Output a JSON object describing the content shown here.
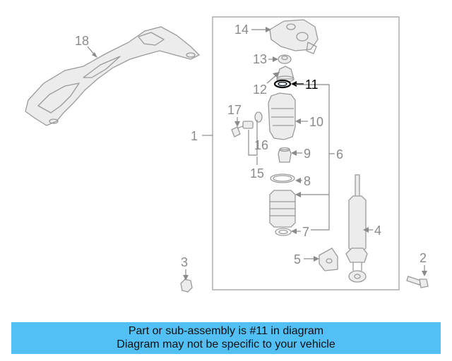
{
  "diagram": {
    "callouts": {
      "c1": "1",
      "c2": "2",
      "c3": "3",
      "c4": "4",
      "c5": "5",
      "c6": "6",
      "c7": "7",
      "c8": "8",
      "c9": "9",
      "c10": "10",
      "c11": "11",
      "c12": "12",
      "c13": "13",
      "c14": "14",
      "c15": "15",
      "c16": "16",
      "c17": "17",
      "c18": "18"
    },
    "highlight_part": "11",
    "highlight_color": "#000000",
    "part_color": "#9a9a9a"
  },
  "banner": {
    "line1": "Part or sub-assembly is #11 in diagram",
    "line2": "Diagram may not be specific to your vehicle",
    "background": "#52bff5"
  }
}
